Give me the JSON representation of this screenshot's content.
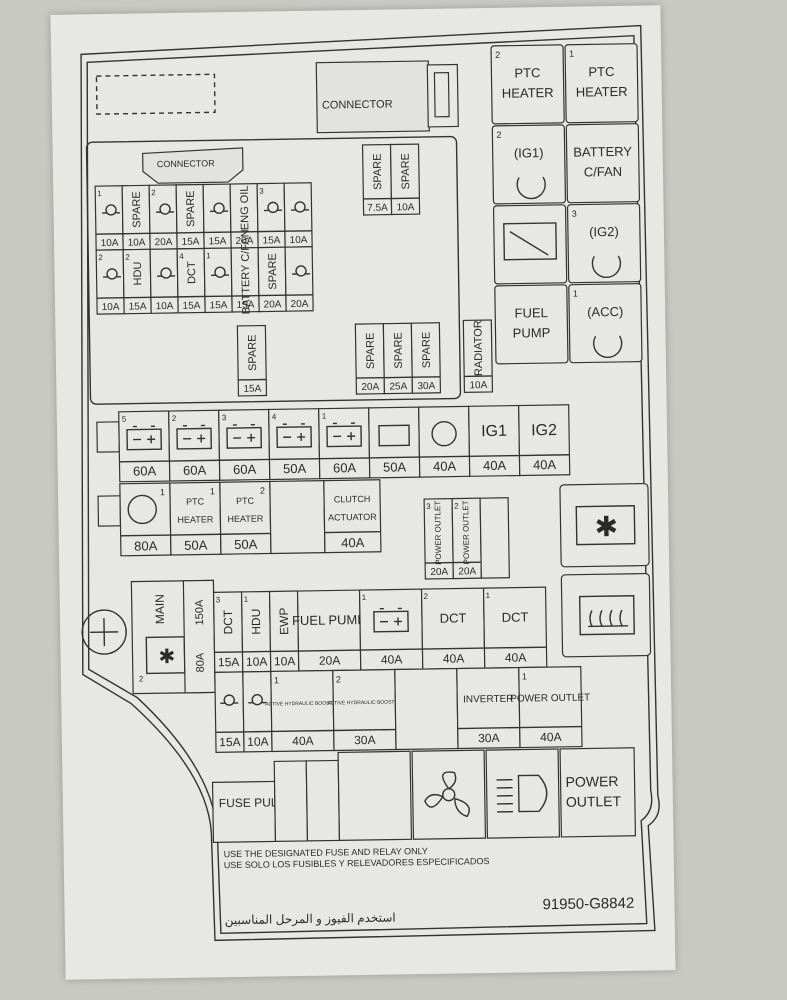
{
  "top": {
    "connector_1": "CONNECTOR",
    "connector_2": "CONNECTOR"
  },
  "mini_fuses_row1": [
    {
      "num": "1",
      "label": "",
      "amp": "10A"
    },
    {
      "num": "",
      "label": "SPARE",
      "amp": "10A"
    },
    {
      "num": "2",
      "label": "",
      "amp": "20A"
    },
    {
      "num": "",
      "label": "SPARE",
      "amp": "15A"
    },
    {
      "num": "",
      "label": "",
      "amp": "15A"
    },
    {
      "num": "",
      "label": "ENG OIL",
      "amp": "20A"
    },
    {
      "num": "3",
      "label": "",
      "amp": "15A"
    },
    {
      "num": "",
      "label": "",
      "amp": "10A"
    }
  ],
  "mini_fuses_row2": [
    {
      "num": "2",
      "label": "",
      "amp": "10A"
    },
    {
      "num": "2",
      "label": "HDU",
      "amp": "15A"
    },
    {
      "num": "",
      "label": "",
      "amp": "10A"
    },
    {
      "num": "4",
      "label": "DCT",
      "amp": "15A"
    },
    {
      "num": "1",
      "label": "",
      "amp": "15A"
    },
    {
      "num": "",
      "label": "BATTERY C/FAN",
      "amp": "15A"
    },
    {
      "num": "",
      "label": "SPARE",
      "amp": "20A"
    },
    {
      "num": "",
      "label": "",
      "amp": "20A"
    }
  ],
  "spare_top": [
    {
      "label": "SPARE",
      "amp": "7.5A"
    },
    {
      "label": "SPARE",
      "amp": "10A"
    }
  ],
  "spare_mid": {
    "label": "SPARE",
    "amp": "15A"
  },
  "spare_group": [
    {
      "label": "SPARE",
      "amp": "20A"
    },
    {
      "label": "SPARE",
      "amp": "25A"
    },
    {
      "label": "SPARE",
      "amp": "30A"
    }
  ],
  "small_fuse": {
    "label": "RADIATOR",
    "amp": "10A"
  },
  "relays_right": [
    {
      "num": "2",
      "line1": "PTC",
      "line2": "HEATER"
    },
    {
      "num": "1",
      "line1": "PTC",
      "line2": "HEATER"
    },
    {
      "num": "2",
      "line1": "(IG1)",
      "line2": ""
    },
    {
      "num": "",
      "line1": "BATTERY",
      "line2": "C/FAN"
    },
    {
      "num": "",
      "line1": "",
      "line2": ""
    },
    {
      "num": "3",
      "line1": "(IG2)",
      "line2": ""
    },
    {
      "num": "",
      "line1": "FUEL",
      "line2": "PUMP"
    },
    {
      "num": "1",
      "line1": "(ACC)",
      "line2": ""
    }
  ],
  "big_fuses_row1": [
    {
      "num": "5",
      "label": "",
      "amp": "60A"
    },
    {
      "num": "2",
      "label": "",
      "amp": "60A"
    },
    {
      "num": "3",
      "label": "",
      "amp": "60A"
    },
    {
      "num": "4",
      "label": "",
      "amp": "50A"
    },
    {
      "num": "1",
      "label": "",
      "amp": "60A"
    },
    {
      "num": "",
      "label": "",
      "amp": "50A"
    },
    {
      "num": "",
      "label": "",
      "amp": "40A"
    },
    {
      "num": "",
      "label": "IG1",
      "amp": "40A"
    },
    {
      "num": "",
      "label": "IG2",
      "amp": "40A"
    }
  ],
  "big_fuses_row2": [
    {
      "num": "1",
      "line1": "",
      "line2": "",
      "amp": "80A"
    },
    {
      "num": "1",
      "line1": "PTC",
      "line2": "HEATER",
      "amp": "50A"
    },
    {
      "num": "2",
      "line1": "PTC",
      "line2": "HEATER",
      "amp": "50A"
    },
    {
      "num": "",
      "line1": "",
      "line2": "",
      "amp": ""
    },
    {
      "num": "",
      "line1": "CLUTCH",
      "line2": "ACTUATOR",
      "amp": "40A"
    }
  ],
  "power_outlet_small": [
    {
      "num": "3",
      "label": "POWER OUTLET",
      "amp": "20A"
    },
    {
      "num": "2",
      "label": "POWER OUTLET",
      "amp": "20A"
    }
  ],
  "main_fuse": {
    "num": "2",
    "label": "MAIN",
    "amp": "150A",
    "amp2": "80A"
  },
  "row3": [
    {
      "num": "3",
      "label": "DCT",
      "amp": "15A"
    },
    {
      "num": "1",
      "label": "HDU",
      "amp": "10A"
    },
    {
      "num": "",
      "label": "EWP",
      "amp": "10A"
    },
    {
      "num": "",
      "label": "FUEL PUMP",
      "amp": "20A"
    },
    {
      "num": "1",
      "label": "",
      "amp": "40A"
    },
    {
      "num": "2",
      "label": "DCT",
      "amp": "40A"
    },
    {
      "num": "1",
      "label": "DCT",
      "amp": "40A"
    }
  ],
  "row4": [
    {
      "num": "",
      "label": "",
      "amp": "15A"
    },
    {
      "num": "",
      "label": "",
      "amp": "10A"
    },
    {
      "num": "1",
      "label": "ACTIVE HYDRAULIC BOOSTER",
      "amp": "40A"
    },
    {
      "num": "2",
      "label": "ACTIVE HYDRAULIC BOOSTER",
      "amp": "30A"
    },
    {
      "num": "",
      "label": "",
      "amp": ""
    },
    {
      "num": "",
      "label": "INVERTER",
      "amp": "30A"
    },
    {
      "num": "1",
      "label": "POWER OUTLET",
      "amp": "40A"
    }
  ],
  "bottom": {
    "fuse_puller": "FUSE PULLER",
    "power_outlet": "POWER OUTLET",
    "notice_en": "USE THE DESIGNATED FUSE AND RELAY ONLY",
    "notice_es": "USE SOLO LOS FUSIBLES Y RELEVADORES ESPECIFICADOS",
    "notice_ar": "استخدم الفيوز و المرحل المناسبين",
    "part_number": "91950-G8842"
  }
}
